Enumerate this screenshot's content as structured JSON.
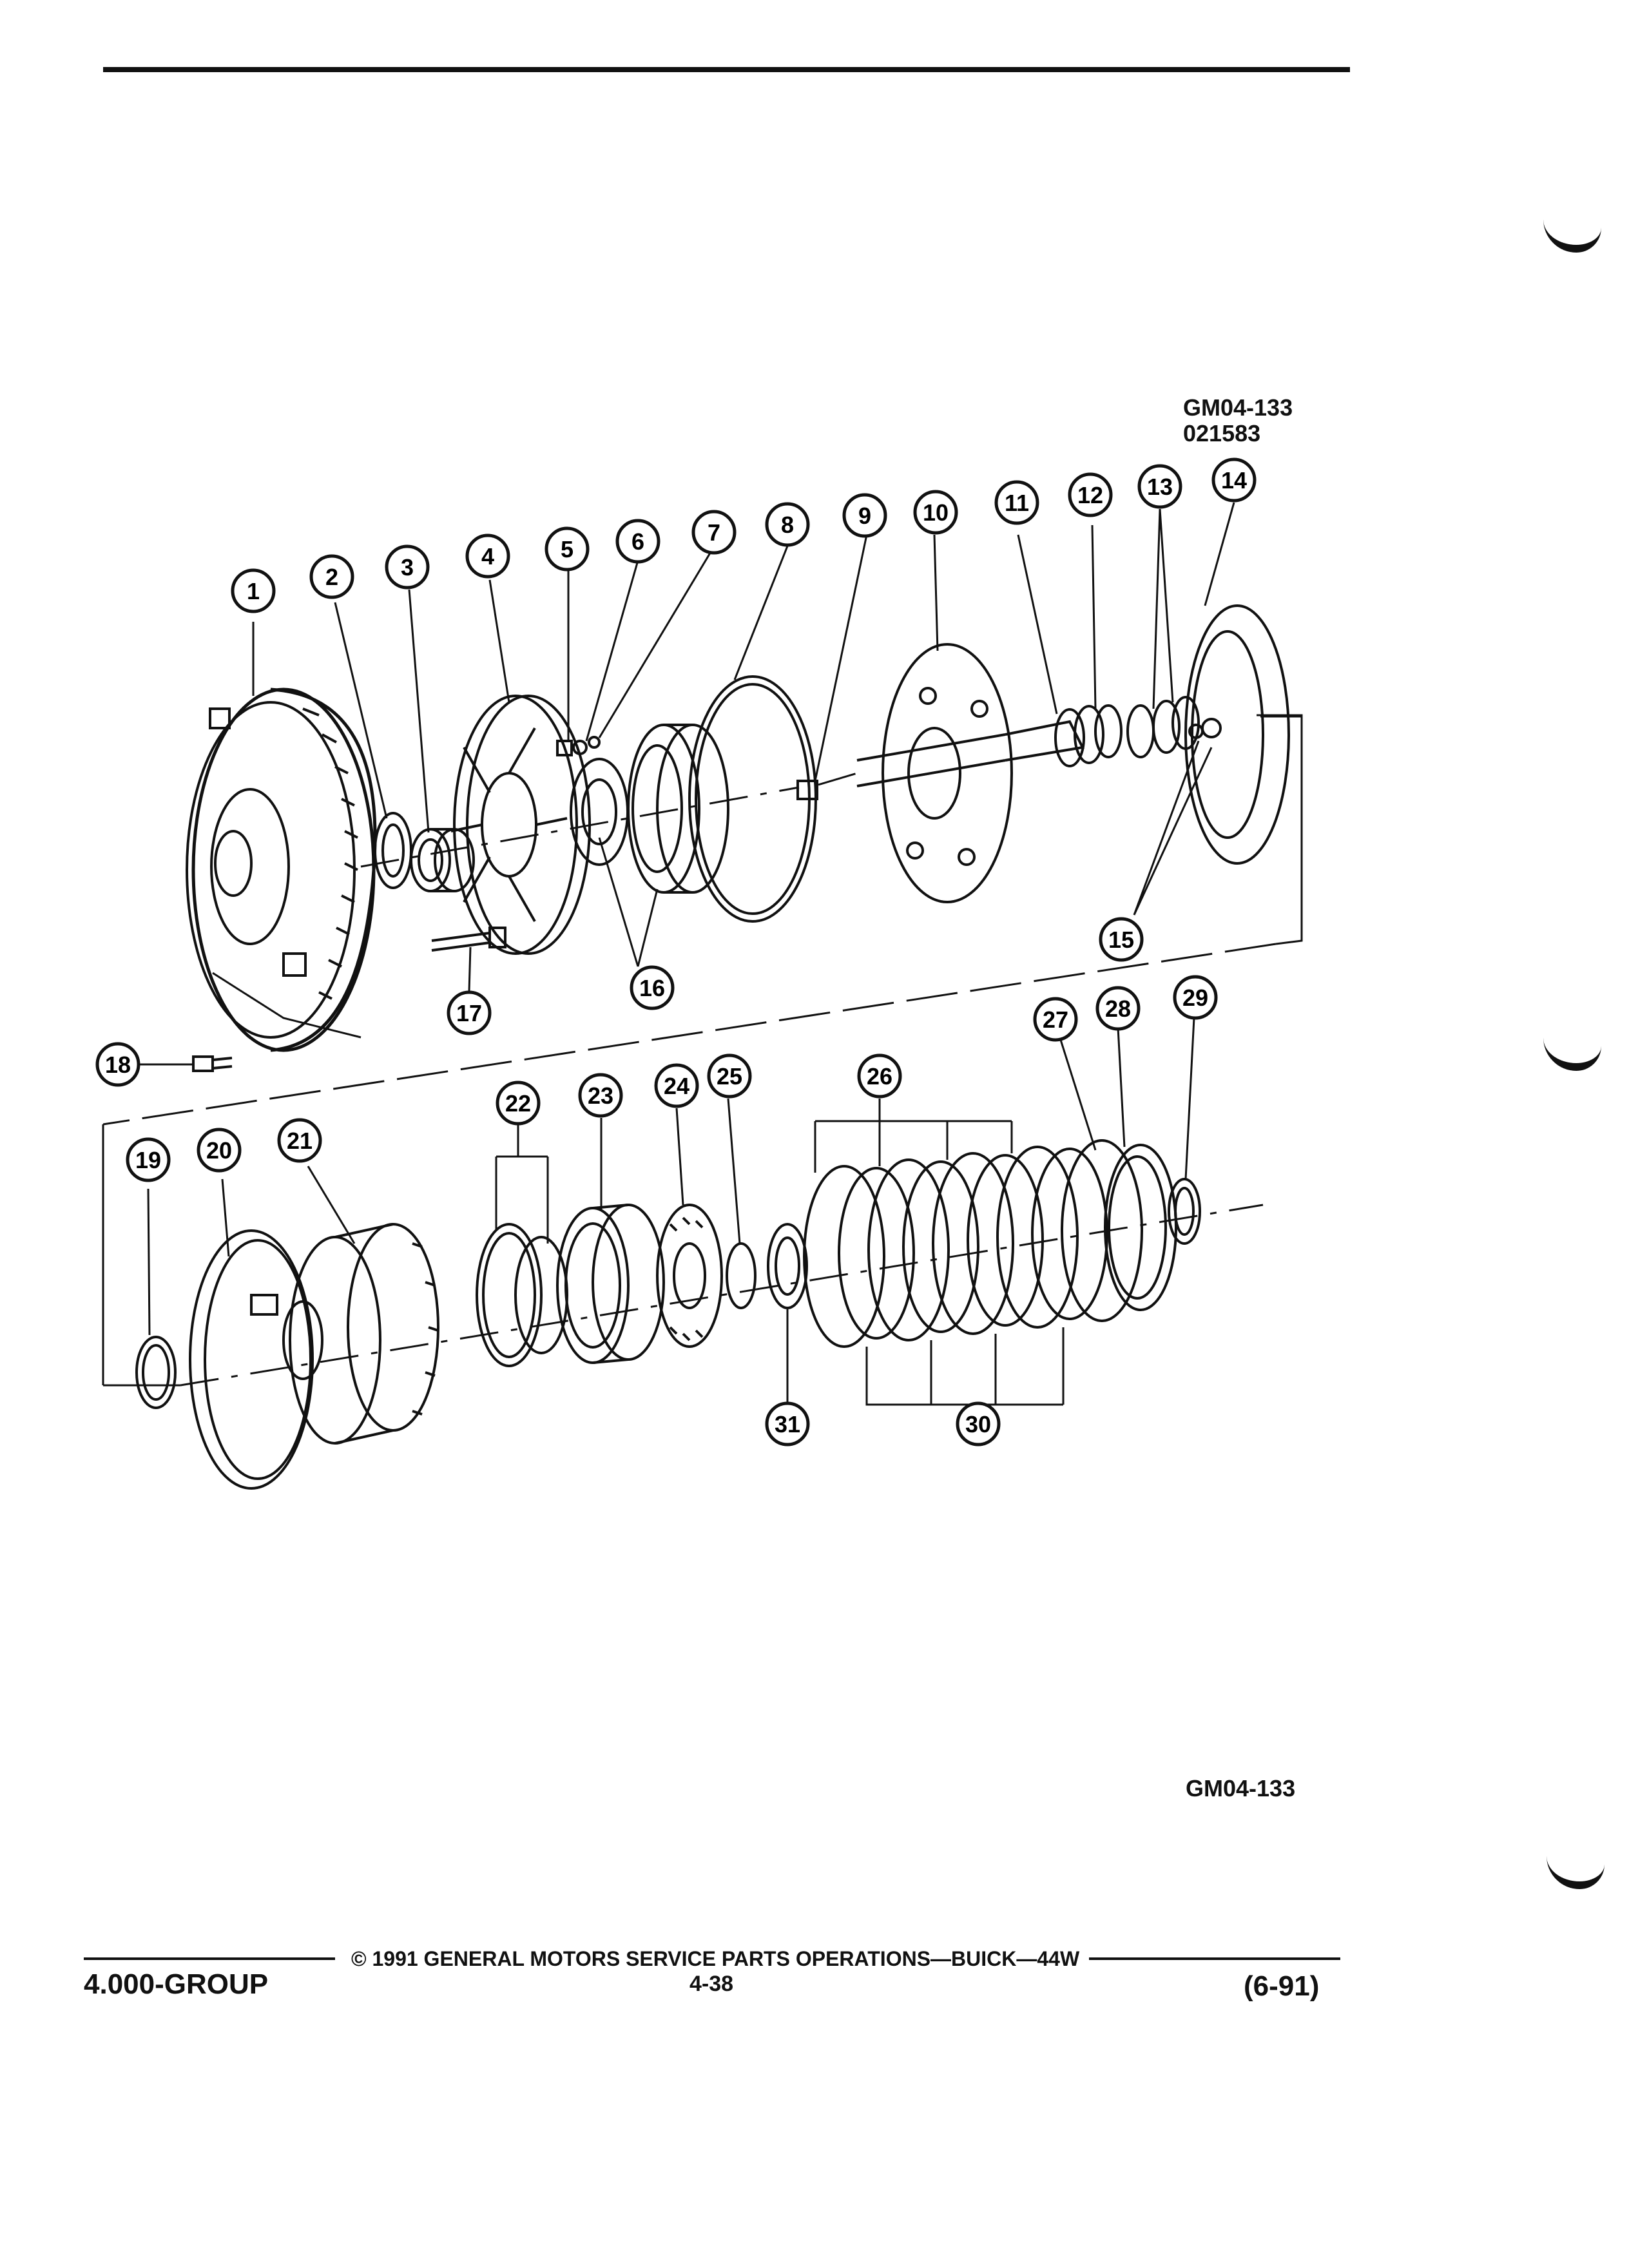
{
  "figure": {
    "code_top": "GM04-133",
    "date_code": "021583",
    "code_bottom": "GM04-133"
  },
  "callouts": [
    {
      "id": "1",
      "label": "1"
    },
    {
      "id": "2",
      "label": "2"
    },
    {
      "id": "3",
      "label": "3"
    },
    {
      "id": "4",
      "label": "4"
    },
    {
      "id": "5",
      "label": "5"
    },
    {
      "id": "6",
      "label": "6"
    },
    {
      "id": "7",
      "label": "7"
    },
    {
      "id": "8",
      "label": "8"
    },
    {
      "id": "9",
      "label": "9"
    },
    {
      "id": "10",
      "label": "10"
    },
    {
      "id": "11",
      "label": "11"
    },
    {
      "id": "12",
      "label": "12"
    },
    {
      "id": "13",
      "label": "13"
    },
    {
      "id": "14",
      "label": "14"
    },
    {
      "id": "15",
      "label": "15"
    },
    {
      "id": "16",
      "label": "16"
    },
    {
      "id": "17",
      "label": "17"
    },
    {
      "id": "18",
      "label": "18"
    },
    {
      "id": "19",
      "label": "19"
    },
    {
      "id": "20",
      "label": "20"
    },
    {
      "id": "21",
      "label": "21"
    },
    {
      "id": "22",
      "label": "22"
    },
    {
      "id": "23",
      "label": "23"
    },
    {
      "id": "24",
      "label": "24"
    },
    {
      "id": "25",
      "label": "25"
    },
    {
      "id": "26",
      "label": "26"
    },
    {
      "id": "27",
      "label": "27"
    },
    {
      "id": "28",
      "label": "28"
    },
    {
      "id": "29",
      "label": "29"
    },
    {
      "id": "30",
      "label": "30"
    },
    {
      "id": "31",
      "label": "31"
    }
  ],
  "footer": {
    "copyright": "© 1991 GENERAL MOTORS SERVICE PARTS OPERATIONS—BUICK—44W",
    "group": "4.000-GROUP",
    "page": "4-38",
    "revision": "(6-91)"
  }
}
